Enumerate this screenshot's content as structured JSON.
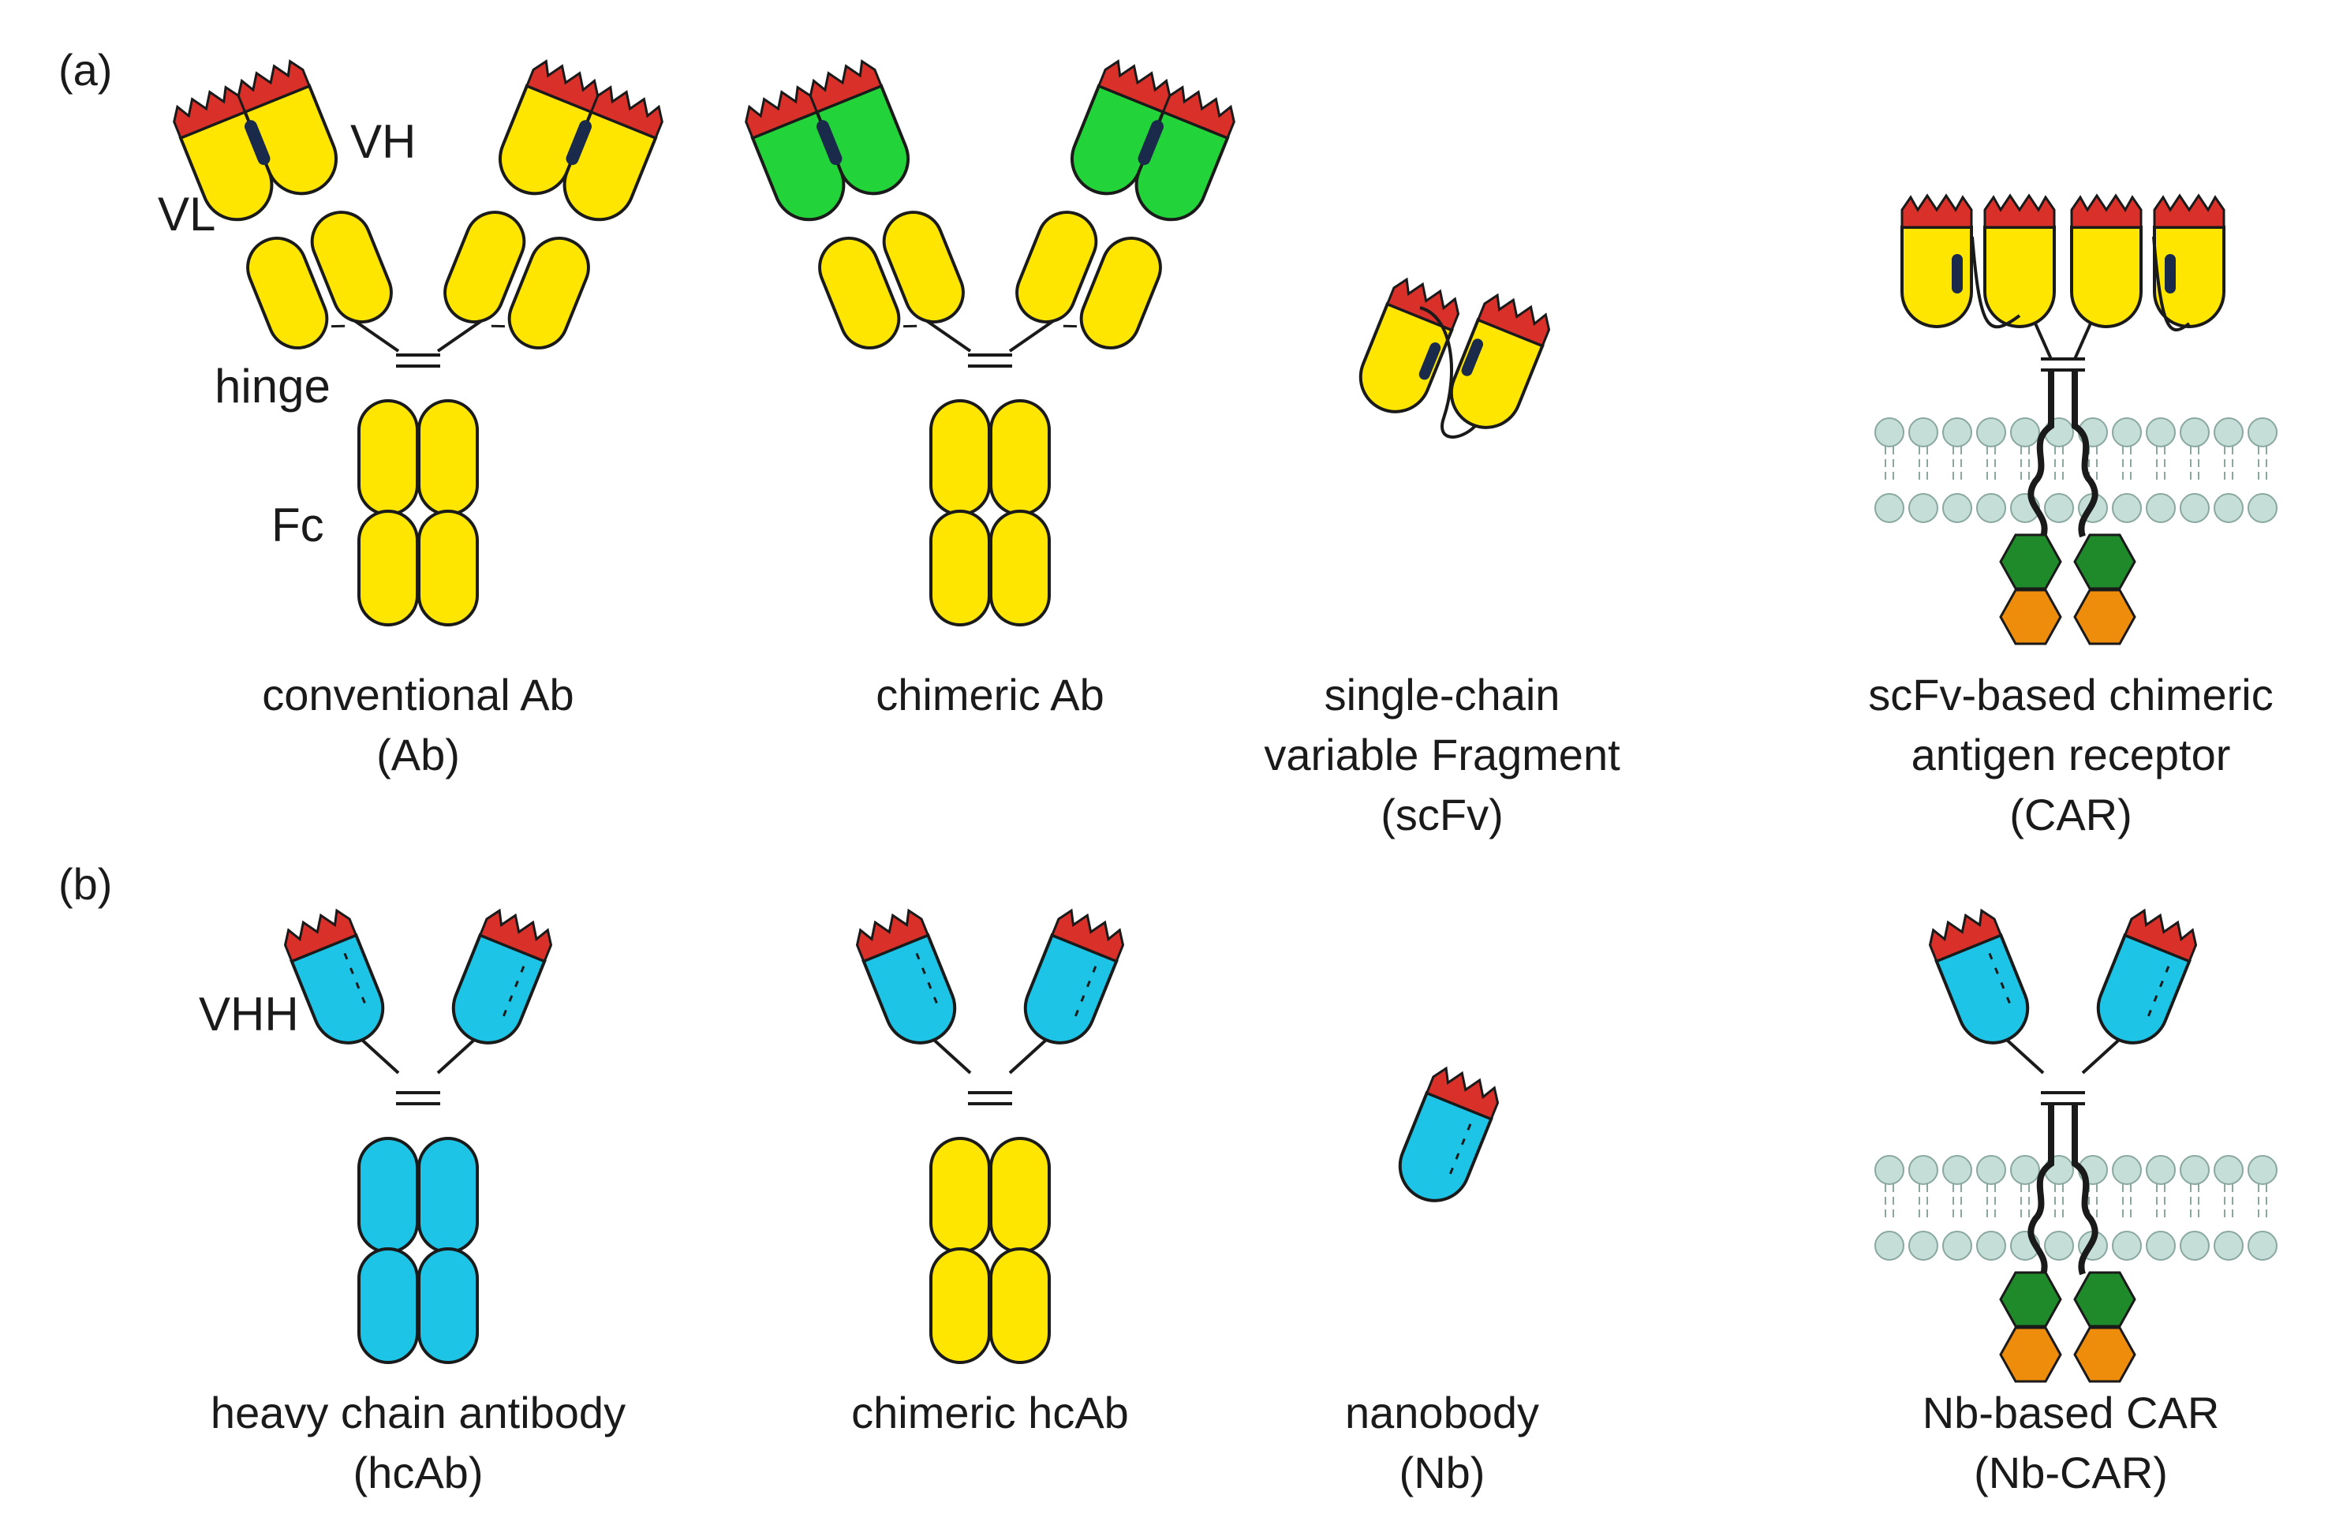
{
  "figure": {
    "panel_a": {
      "label": "(a)",
      "domain_labels": {
        "vl": "VL",
        "vh": "VH",
        "hinge": "hinge",
        "fc": "Fc"
      },
      "captions": [
        {
          "lines": [
            "conventional Ab",
            "(Ab)"
          ]
        },
        {
          "lines": [
            "chimeric Ab"
          ]
        },
        {
          "lines": [
            "single-chain",
            "variable Fragment",
            "(scFv)"
          ]
        },
        {
          "lines": [
            "scFv-based chimeric",
            "antigen receptor",
            "(CAR)"
          ]
        }
      ]
    },
    "panel_b": {
      "label": "(b)",
      "domain_labels": {
        "vhh": "VHH"
      },
      "captions": [
        {
          "lines": [
            "heavy chain antibody",
            "(hcAb)"
          ]
        },
        {
          "lines": [
            "chimeric hcAb"
          ]
        },
        {
          "lines": [
            "nanobody",
            "(Nb)"
          ]
        },
        {
          "lines": [
            "Nb-based CAR",
            "(Nb-CAR)"
          ]
        }
      ]
    },
    "colors": {
      "human_domain": "#ffe600",
      "mouse_variable": "#22d43a",
      "camelid_domain": "#1ec4e6",
      "cdr_loops": "#d9302a",
      "membrane_heads": "#c5dfd8",
      "signaling_green": "#1f8a2a",
      "signaling_orange": "#ee8c0c",
      "outline": "#1a1a1a"
    }
  }
}
